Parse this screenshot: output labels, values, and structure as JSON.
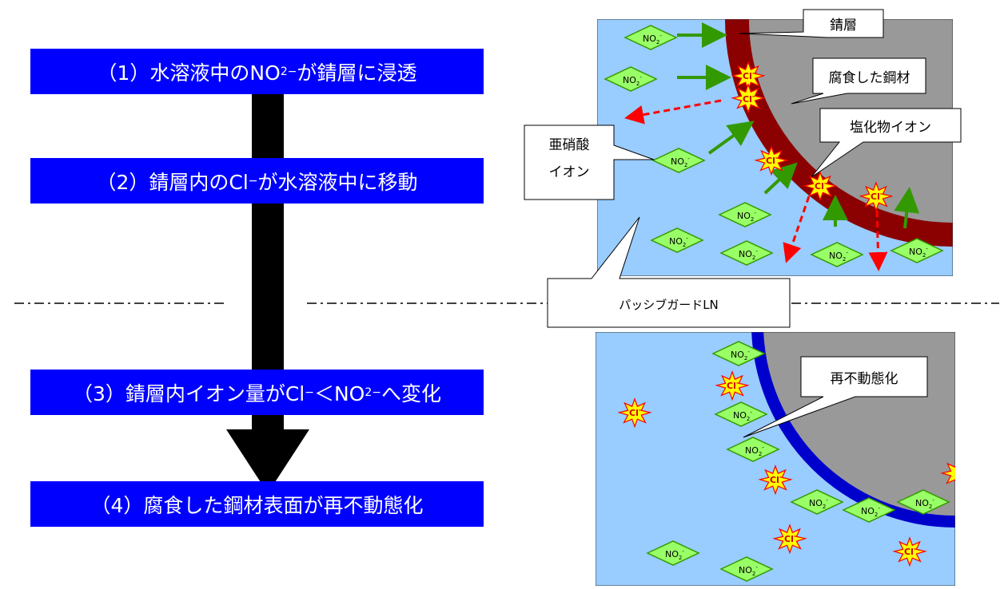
{
  "steps": [
    {
      "prefix": "（1）水溶液中のNO",
      "sub": "2",
      "sup": "−",
      "suffix": "が錆層に浸透"
    },
    {
      "prefix": "（2）錆層内のCl",
      "sup": "−",
      "suffix": "が水溶液中に移動"
    },
    {
      "prefix": "（3）錆層内イオン量がCl",
      "sup1": "−",
      "mid": " ＜NO",
      "sub": "2",
      "sup2": "−",
      "suffix": "へ変化"
    },
    {
      "text": "（4）腐食した鋼材表面が再不動態化"
    }
  ],
  "callouts": {
    "rust_layer": "錆層",
    "corroded_steel": "腐食した鋼材",
    "chloride_ion": "塩化物イオン",
    "nitrite_ion_line1": "亜硝酸",
    "nitrite_ion_line2": "イオン",
    "product": "パッシブガードLN",
    "repassivation": "再不動態化"
  },
  "ion_labels": {
    "nitrite": "NO",
    "nitrite_sub": "2",
    "nitrite_sup": "-",
    "chloride": "Cl",
    "chloride_sup": "-"
  },
  "colors": {
    "step_bg": "#0000ff",
    "solution": "#99ccff",
    "rust": "#8b0000",
    "steel": "#999999",
    "passive_layer": "#0000cc",
    "nitrite_fill": "#99ff66",
    "chloride_fill": "#ffff00",
    "migration_arrow": "#ff0000",
    "penetration_arrow": "#339900"
  }
}
